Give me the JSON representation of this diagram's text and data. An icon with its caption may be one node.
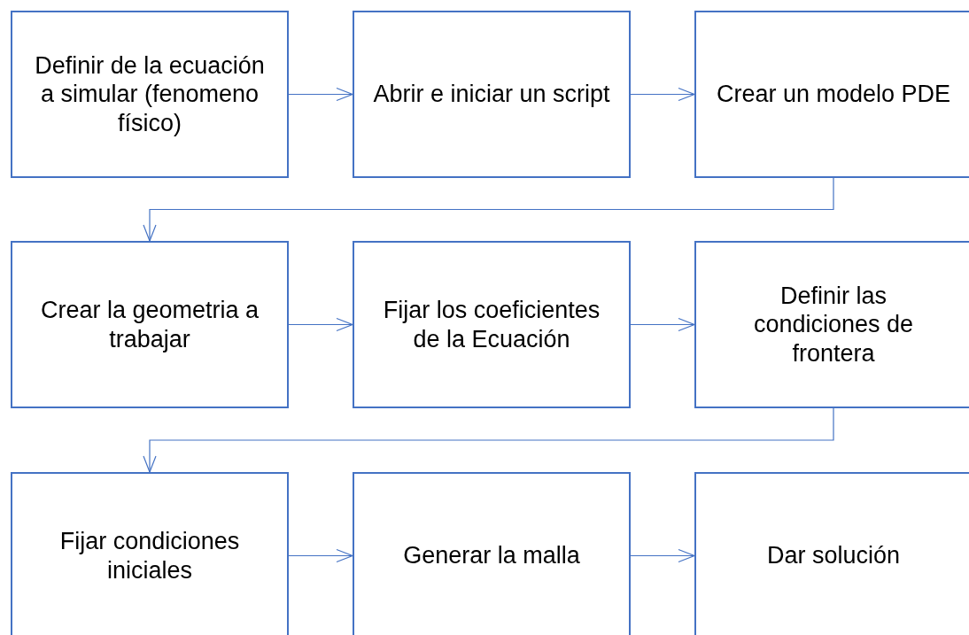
{
  "diagram": {
    "nodes": [
      {
        "text": [
          "Definir de la ecuación a simular (fenomeno físico)"
        ]
      },
      {
        "text": [
          "Abrir e iniciar un script"
        ]
      },
      {
        "text": [
          "Crear un modelo PDE"
        ]
      },
      {
        "text": [
          "Crear la geometria a trabajar"
        ]
      },
      {
        "text": [
          "Fijar los coeficientes de la Ecuación"
        ]
      },
      {
        "text": [
          "Definir las condiciones de frontera"
        ]
      },
      {
        "text": [
          "Fijar condiciones iniciales"
        ]
      },
      {
        "text": [
          "Generar la malla"
        ]
      },
      {
        "text": [
          "Dar solución"
        ]
      }
    ],
    "edges": [
      {
        "from": 0,
        "to": 1,
        "arrow": "to"
      },
      {
        "from": 1,
        "to": 2,
        "arrow": "to"
      },
      {
        "from": 2,
        "to": 3,
        "arrow": "to"
      },
      {
        "from": 3,
        "to": 4,
        "arrow": "to"
      },
      {
        "from": 4,
        "to": 5,
        "arrow": "to"
      },
      {
        "from": 5,
        "to": 6,
        "arrow": "to"
      },
      {
        "from": 6,
        "to": 7,
        "arrow": "to"
      },
      {
        "from": 7,
        "to": 8,
        "arrow": "to"
      }
    ]
  }
}
